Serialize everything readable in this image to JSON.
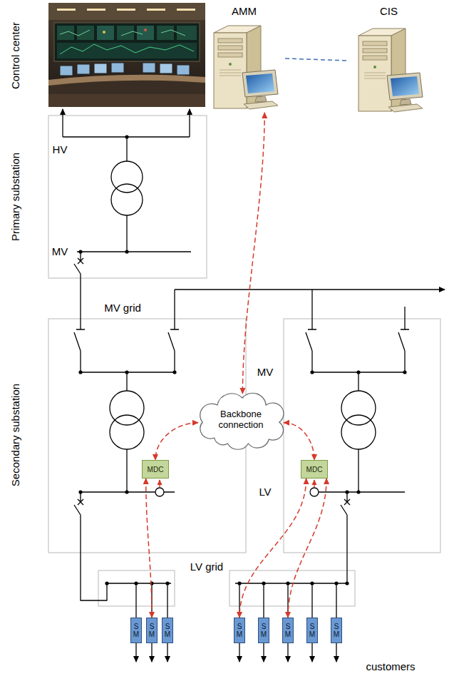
{
  "diagram": {
    "nodes": [
      {
        "text": [
          "AMM"
        ]
      },
      {
        "text": [
          "CIS"
        ]
      },
      {
        "text": [
          "Backbone connection"
        ]
      },
      {
        "text": [
          "MDC"
        ]
      },
      {
        "text": [
          "MDC"
        ]
      },
      {
        "text": [
          "S M"
        ]
      },
      {
        "text": [
          "S M"
        ]
      },
      {
        "text": [
          "S M"
        ]
      },
      {
        "text": [
          "S M"
        ]
      },
      {
        "text": [
          "S M"
        ]
      },
      {
        "text": [
          "S M"
        ]
      },
      {
        "text": [
          "S M"
        ]
      },
      {
        "text": [
          "S M"
        ]
      }
    ],
    "edges": [
      {
        "from": 0,
        "to": 1,
        "arrow": "none"
      },
      {
        "from": 0,
        "to": 2,
        "arrow": "both"
      },
      {
        "from": 2,
        "to": 3,
        "arrow": "both"
      },
      {
        "from": 2,
        "to": 4,
        "arrow": "both"
      },
      {
        "from": 3,
        "to": 6,
        "arrow": "both"
      },
      {
        "from": 4,
        "to": 8,
        "arrow": "both"
      },
      {
        "from": 4,
        "to": 10,
        "arrow": "both"
      }
    ],
    "labels": [
      "Control center",
      "Primary substation",
      "HV",
      "MV",
      "MV grid",
      "Secondary substation",
      "MV",
      "LV",
      "LV grid",
      "customers"
    ]
  }
}
